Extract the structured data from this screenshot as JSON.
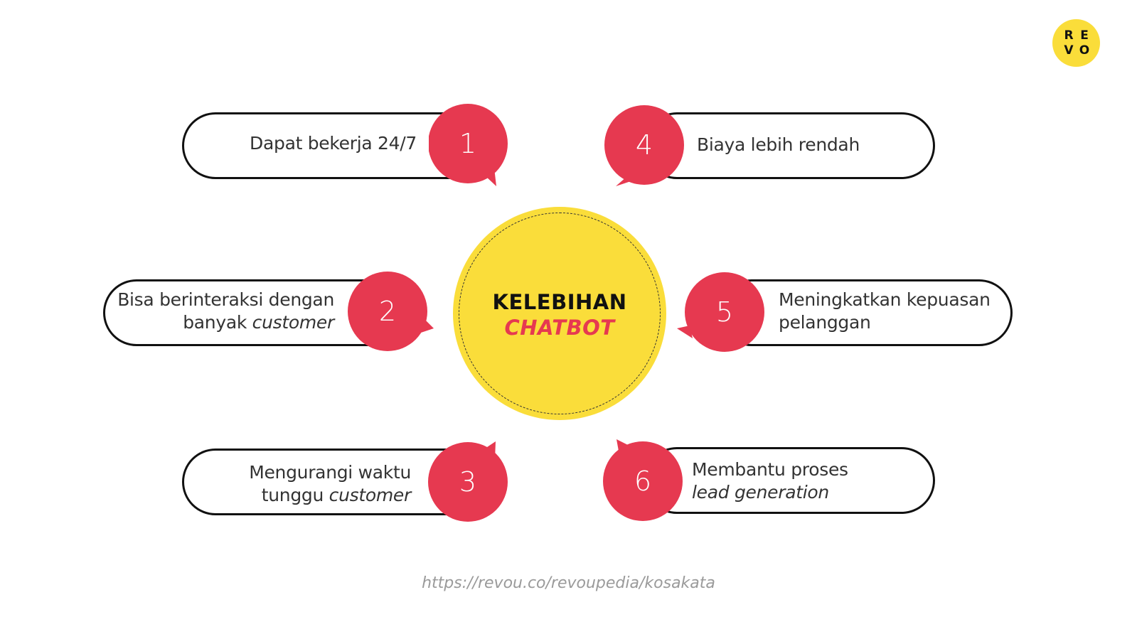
{
  "logo": {
    "letters": [
      "R",
      "E",
      "V",
      "O"
    ],
    "color": "#fadd3a"
  },
  "center": {
    "title_line1": "KELEBIHAN",
    "title_line2": "CHATBOT",
    "fill": "#fadd3a",
    "accent": "#e63950"
  },
  "items": [
    {
      "number": "1",
      "text_line1": "Dapat bekerja 24/7",
      "text_line2_plain": "",
      "text_line2_italic": ""
    },
    {
      "number": "2",
      "text_line1": "Bisa berinteraksi dengan",
      "text_line2_plain": "banyak ",
      "text_line2_italic": "customer"
    },
    {
      "number": "3",
      "text_line1": "Mengurangi waktu",
      "text_line2_plain": "tunggu ",
      "text_line2_italic": "customer"
    },
    {
      "number": "4",
      "text_line1": "Biaya lebih rendah",
      "text_line2_plain": "",
      "text_line2_italic": ""
    },
    {
      "number": "5",
      "text_line1": "Meningkatkan kepuasan",
      "text_line2_plain": "pelanggan",
      "text_line2_italic": ""
    },
    {
      "number": "6",
      "text_line1": "Membantu proses",
      "text_line2_plain": "",
      "text_line2_italic": "lead generation"
    }
  ],
  "bubble_color": "#e63950",
  "footer": {
    "source_url": "https://revou.co/revoupedia/kosakata"
  }
}
